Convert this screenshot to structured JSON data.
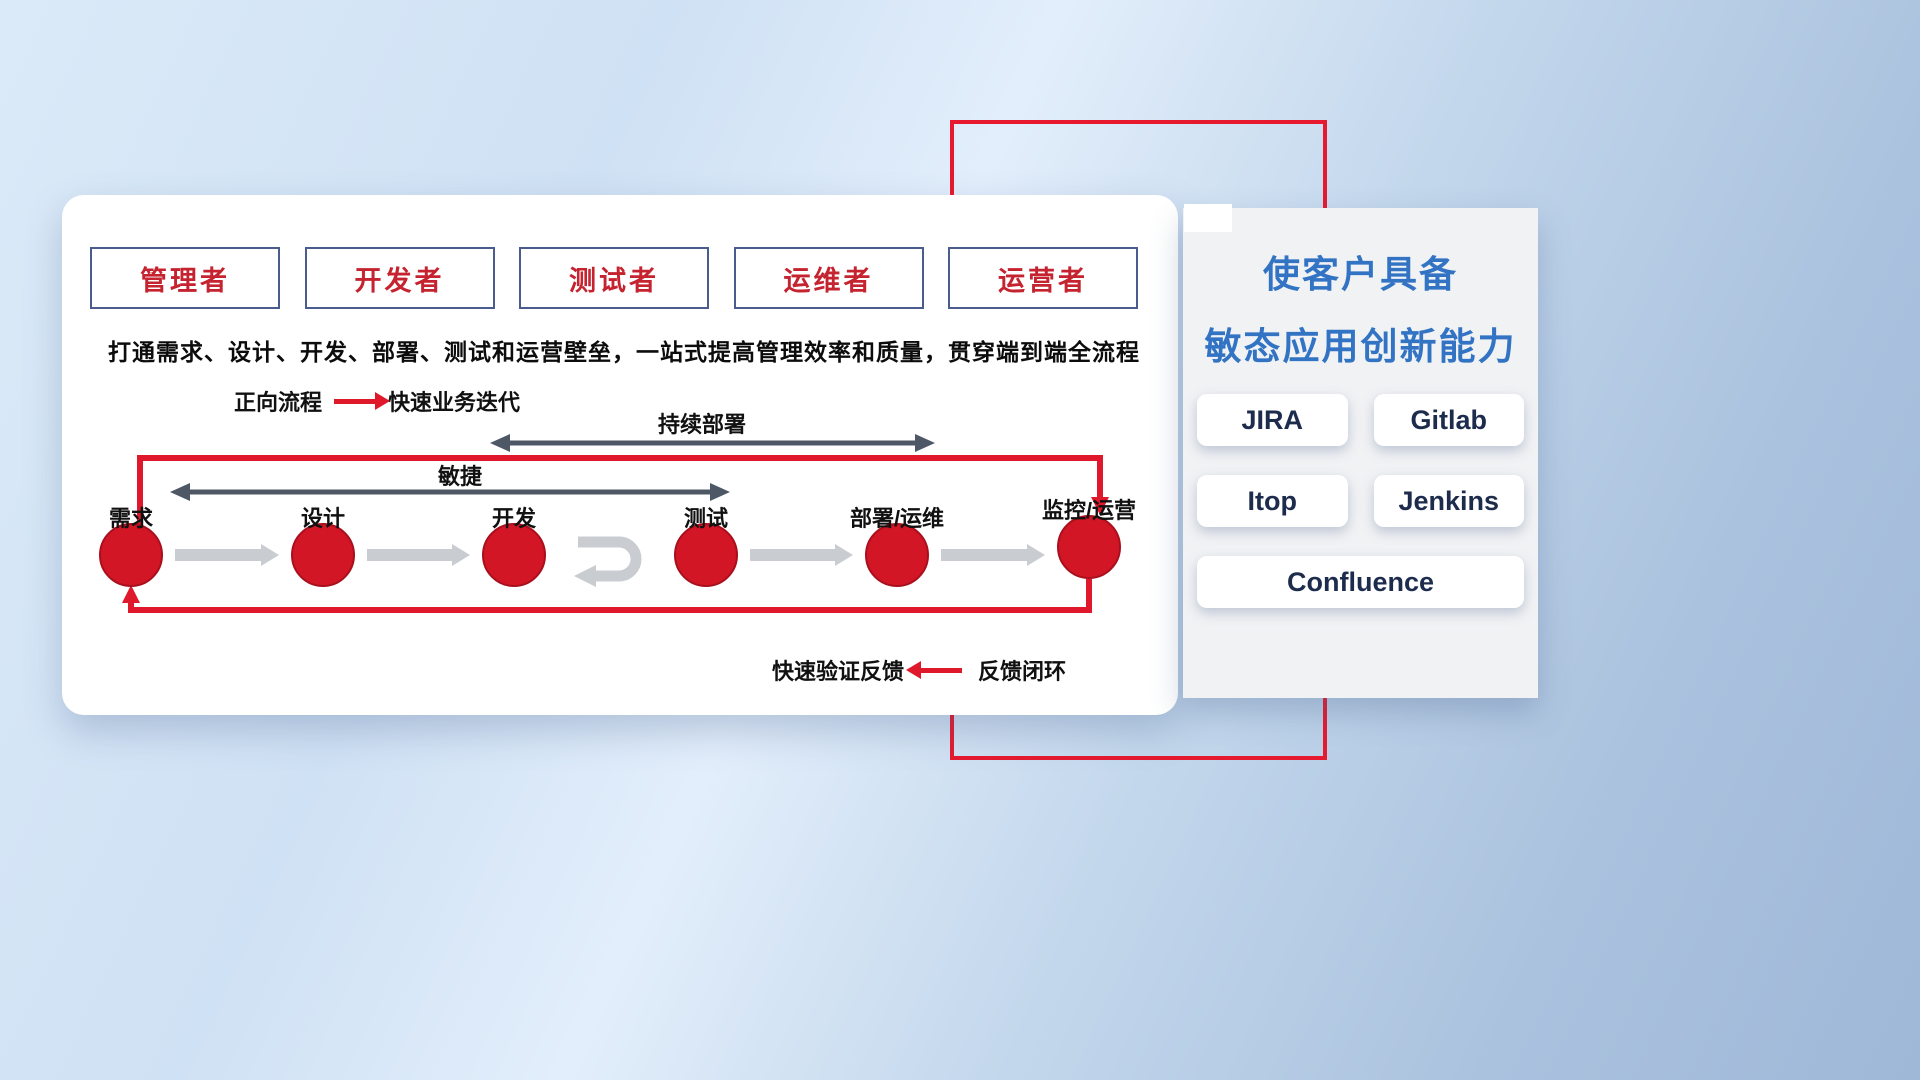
{
  "colors": {
    "accent_red": "#e0182b",
    "title_blue": "#3273c4",
    "dark_arrow": "#4d5766",
    "gray_arrow": "#c9ccd1",
    "role_text_red": "#c4232f"
  },
  "roles": [
    "管理者",
    "开发者",
    "测试者",
    "运维者",
    "运营者"
  ],
  "headline": "打通需求、设计、开发、部署、测试和运营壁垒，一站式提高管理效率和质量，贯穿端到端全流程",
  "legend": {
    "forward_label": "正向流程",
    "forward_desc": "快速业务迭代",
    "feedback_desc": "快速验证反馈",
    "feedback_label": "反馈闭环"
  },
  "flow": {
    "continuous_deploy_label": "持续部署",
    "agile_label": "敏捷",
    "stages": [
      "需求",
      "设计",
      "开发",
      "测试",
      "部署/运维",
      "监控/运营"
    ]
  },
  "side_panel": {
    "title_line1": "使客户具备",
    "title_line2": "敏态应用创新能力",
    "tools": [
      "JIRA",
      "Gitlab",
      "Itop",
      "Jenkins",
      "Confluence"
    ]
  }
}
